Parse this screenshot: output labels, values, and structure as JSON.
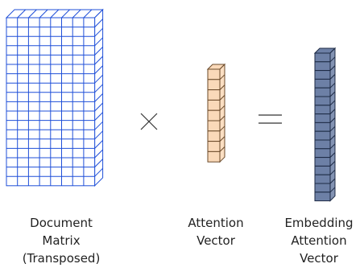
{
  "colors": {
    "matrix_line": "#1f4fd8",
    "matrix_fill": "#ffffff",
    "attention_fill": "#fad9b9",
    "attention_line": "#6b4a2a",
    "embedding_fill": "#6d80a6",
    "embedding_line": "#1d2a44",
    "operator": "#333333"
  },
  "matrix": {
    "columns": 8,
    "rows": 18
  },
  "attention_vector": {
    "cells": 9
  },
  "embedding_vector": {
    "cells": 17
  },
  "operators": {
    "multiply": "×",
    "equals": "="
  },
  "captions": {
    "matrix": [
      "Document",
      "Matrix",
      "(Transposed)"
    ],
    "attention": [
      "Attention",
      "Vector"
    ],
    "embedding": [
      "Embedding",
      "Attention",
      "Vector"
    ]
  }
}
